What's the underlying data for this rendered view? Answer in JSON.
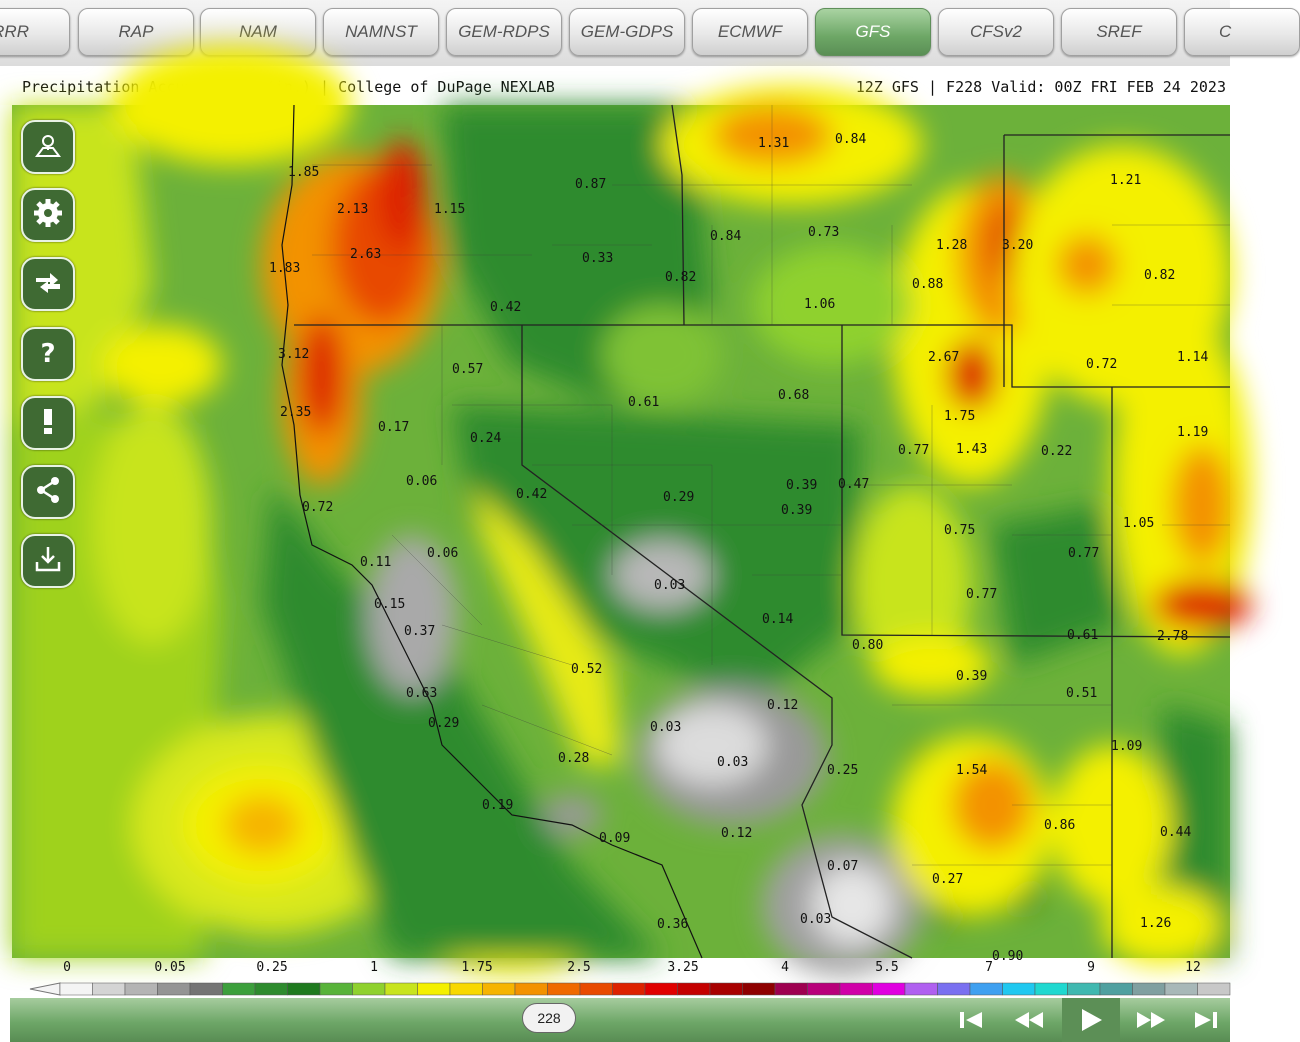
{
  "tabs": [
    {
      "label": "RRR",
      "active": false
    },
    {
      "label": "RAP",
      "active": false
    },
    {
      "label": "NAM",
      "active": false
    },
    {
      "label": "NAMNST",
      "active": false
    },
    {
      "label": "GEM-RDPS",
      "active": false
    },
    {
      "label": "GEM-GDPS",
      "active": false
    },
    {
      "label": "ECMWF",
      "active": false
    },
    {
      "label": "GFS",
      "active": true
    },
    {
      "label": "CFSv2",
      "active": false
    },
    {
      "label": "SREF",
      "active": false
    },
    {
      "label": "C",
      "active": false
    }
  ],
  "header": {
    "left": "Precipitation Accumulation (in.) | College of DuPage NEXLAB",
    "right": "12Z GFS | F228 Valid: 00Z FRI FEB 24 2023"
  },
  "tools": [
    {
      "name": "map-pin-icon"
    },
    {
      "name": "gear-icon"
    },
    {
      "name": "swap-arrows-icon"
    },
    {
      "name": "question-icon"
    },
    {
      "name": "exclamation-icon"
    },
    {
      "name": "share-icon"
    },
    {
      "name": "download-icon"
    }
  ],
  "map_values": [
    "1.85",
    "2.13",
    "1.15",
    "2.63",
    "1.83",
    "3.12",
    "2.35",
    "0.87",
    "0.33",
    "0.82",
    "0.42",
    "0.84",
    "1.31",
    "0.84",
    "0.73",
    "1.28",
    "3.20",
    "0.88",
    "1.06",
    "1.21",
    "0.82",
    "0.57",
    "0.61",
    "0.68",
    "2.67",
    "1.75",
    "0.72",
    "1.14",
    "0.17",
    "0.24",
    "0.77",
    "1.43",
    "0.22",
    "1.19",
    "0.06",
    "0.42",
    "0.29",
    "0.39",
    "0.47",
    "0.39",
    "0.72",
    "0.75",
    "1.05",
    "0.06",
    "0.77",
    "0.11",
    "0.03",
    "0.15",
    "0.37",
    "0.14",
    "0.77",
    "0.80",
    "0.61",
    "2.78",
    "0.52",
    "0.39",
    "0.63",
    "0.51",
    "0.12",
    "0.29",
    "0.03",
    "1.09",
    "0.28",
    "0.03",
    "0.25",
    "1.54",
    "0.19",
    "0.09",
    "0.12",
    "0.86",
    "0.44",
    "0.07",
    "0.27",
    "0.36",
    "0.03",
    "1.26",
    "0.90"
  ],
  "colorbar": {
    "labels": [
      "0",
      "0.05",
      "0.25",
      "1",
      "1.75",
      "2.5",
      "3.25",
      "4",
      "5.5",
      "7",
      "9",
      "12"
    ],
    "colors": [
      "#f4f4f4",
      "#d4d4d4",
      "#b4b4b4",
      "#949494",
      "#747474",
      "#3c9f3c",
      "#2e8b2e",
      "#1f7a1f",
      "#58b33a",
      "#8fd12e",
      "#c8e41e",
      "#f4f000",
      "#f8d800",
      "#f6b400",
      "#f39200",
      "#ef6a00",
      "#e84a00",
      "#dd2200",
      "#e00000",
      "#c40000",
      "#a80000",
      "#8e0000",
      "#9e0050",
      "#b8007a",
      "#d000a8",
      "#e000e0",
      "#b060f0",
      "#7a70f0",
      "#3fa0f0",
      "#20c8f0",
      "#20d8d0",
      "#40b8b0",
      "#50a0a0",
      "#80a0a0",
      "#a8b8b8",
      "#c8c8c8"
    ]
  },
  "frame": "228"
}
